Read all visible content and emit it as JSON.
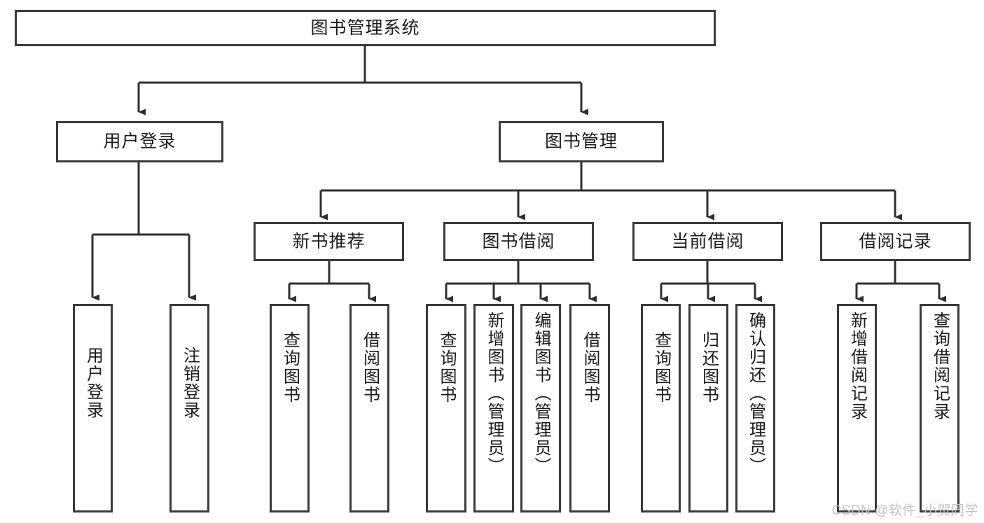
{
  "diagram": {
    "title": "图书管理系统",
    "type": "tree-hierarchy-chart",
    "watermark": "CSDN @软件_小贺同学",
    "colors": {
      "stroke": "#3a3a3a",
      "fill": "#ffffff",
      "text": "#1b1b1b",
      "watermark": "#c3c3c3"
    },
    "root": {
      "label": "图书管理系统"
    },
    "level2": [
      {
        "label": "用户登录"
      },
      {
        "label": "图书管理"
      }
    ],
    "level3": [
      {
        "label": "新书推荐"
      },
      {
        "label": "图书借阅"
      },
      {
        "label": "当前借阅"
      },
      {
        "label": "借阅记录"
      }
    ],
    "leaves": {
      "user_login": [
        {
          "label": "用户登录"
        },
        {
          "label": "注销登录"
        }
      ],
      "new_book_recommend": [
        {
          "label": "查询图书"
        },
        {
          "label": "借阅图书"
        }
      ],
      "book_borrow": [
        {
          "label": "查询图书"
        },
        {
          "label": "新增图书（管理员）"
        },
        {
          "label": "编辑图书（管理员）"
        },
        {
          "label": "借阅图书"
        }
      ],
      "current_borrow": [
        {
          "label": "查询图书"
        },
        {
          "label": "归还图书"
        },
        {
          "label": "确认归还（管理员）"
        }
      ],
      "borrow_records": [
        {
          "label": "新增借阅记录"
        },
        {
          "label": "查询借阅记录"
        }
      ]
    }
  }
}
